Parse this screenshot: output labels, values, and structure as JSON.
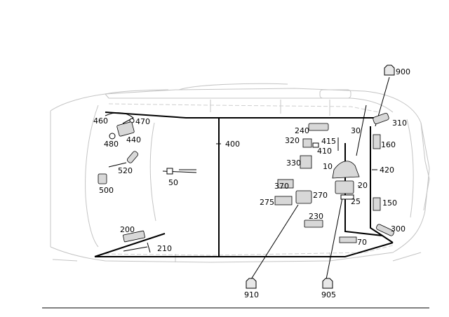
{
  "diagram": {
    "part_callouts": [
      {
        "id": "p460",
        "label": "460"
      },
      {
        "id": "p470",
        "label": "470"
      },
      {
        "id": "p480",
        "label": "480"
      },
      {
        "id": "p440",
        "label": "440"
      },
      {
        "id": "p520",
        "label": "520"
      },
      {
        "id": "p500",
        "label": "500"
      },
      {
        "id": "p50",
        "label": "50"
      },
      {
        "id": "p400",
        "label": "400"
      },
      {
        "id": "p240",
        "label": "240"
      },
      {
        "id": "p320",
        "label": "320"
      },
      {
        "id": "p415",
        "label": "415"
      },
      {
        "id": "p410",
        "label": "410"
      },
      {
        "id": "p330",
        "label": "330"
      },
      {
        "id": "p10",
        "label": "10"
      },
      {
        "id": "p30",
        "label": "30"
      },
      {
        "id": "p310",
        "label": "310"
      },
      {
        "id": "p160",
        "label": "160"
      },
      {
        "id": "p420",
        "label": "420"
      },
      {
        "id": "p370",
        "label": "370"
      },
      {
        "id": "p270",
        "label": "270"
      },
      {
        "id": "p275",
        "label": "275"
      },
      {
        "id": "p20",
        "label": "20"
      },
      {
        "id": "p25",
        "label": "25"
      },
      {
        "id": "p150",
        "label": "150"
      },
      {
        "id": "p230",
        "label": "230"
      },
      {
        "id": "p200",
        "label": "200"
      },
      {
        "id": "p210",
        "label": "210"
      },
      {
        "id": "p300",
        "label": "300"
      },
      {
        "id": "p70",
        "label": "70"
      }
    ],
    "connector_callouts": [
      {
        "id": "c900",
        "label": "900"
      },
      {
        "id": "c910",
        "label": "910"
      },
      {
        "id": "c905",
        "label": "905"
      }
    ]
  }
}
